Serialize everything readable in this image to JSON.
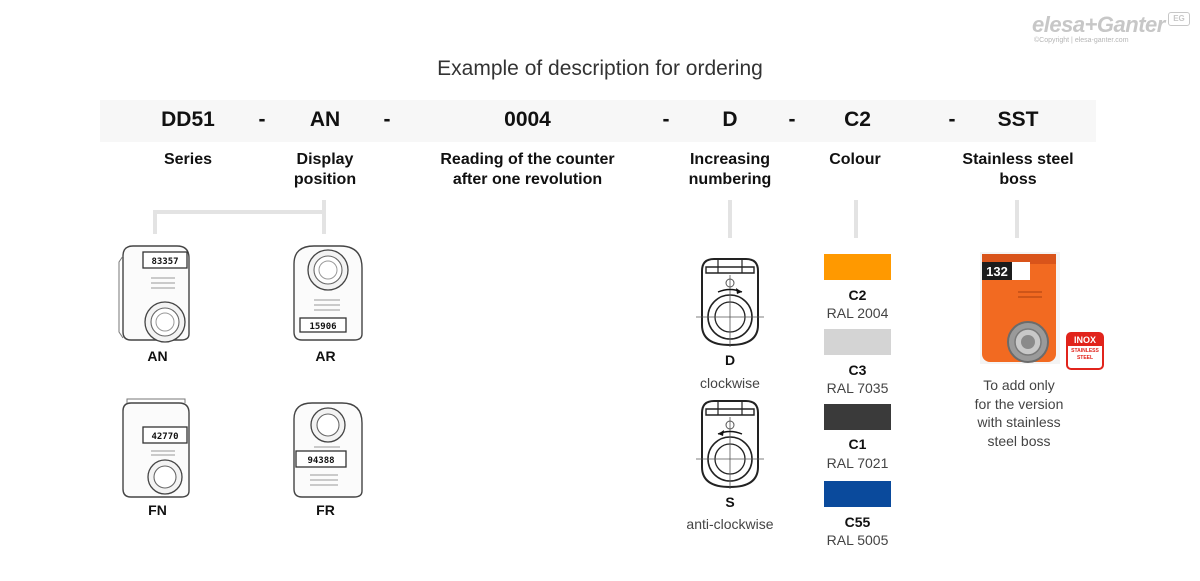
{
  "logo": {
    "text": "elesa+Ganter",
    "copyright": "©Copyright | elesa-ganter.com",
    "badge": "EG"
  },
  "title": "Example of description for ordering",
  "code": {
    "series": "DD51",
    "display": "AN",
    "reading": "0004",
    "numbering": "D",
    "colour": "C2",
    "boss": "SST",
    "separator": "-"
  },
  "labels": {
    "series": "Series",
    "display_l1": "Display",
    "display_l2": "position",
    "reading_l1": "Reading of the counter",
    "reading_l2": "after one revolution",
    "numbering_l1": "Increasing",
    "numbering_l2": "numbering",
    "colour": "Colour",
    "boss_l1": "Stainless steel",
    "boss_l2": "boss"
  },
  "display_variants": [
    {
      "code": "AN",
      "digits": "83357"
    },
    {
      "code": "AR",
      "digits": "15906"
    },
    {
      "code": "FN",
      "digits": "42770"
    },
    {
      "code": "FR",
      "digits": "94388"
    }
  ],
  "numbering_options": [
    {
      "code": "D",
      "desc": "clockwise"
    },
    {
      "code": "S",
      "desc": "anti-clockwise"
    }
  ],
  "colours": [
    {
      "code": "C2",
      "ral": "RAL 2004",
      "hex": "#ff9900"
    },
    {
      "code": "C3",
      "ral": "RAL 7035",
      "hex": "#d4d4d4"
    },
    {
      "code": "C1",
      "ral": "RAL 7021",
      "hex": "#3a3a3a"
    },
    {
      "code": "C55",
      "ral": "RAL 5005",
      "hex": "#0a4a9c"
    }
  ],
  "boss": {
    "photo_digits": "132",
    "inox_l1": "INOX",
    "inox_l2": "STAINLESS",
    "inox_l3": "STEEL",
    "note_l1": "To add only",
    "note_l2": "for the version",
    "note_l3": "with stainless",
    "note_l4": "steel boss"
  }
}
